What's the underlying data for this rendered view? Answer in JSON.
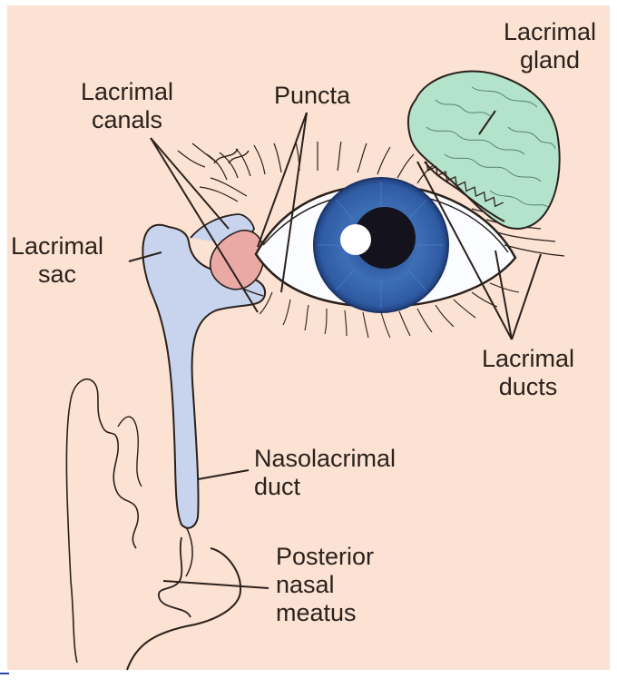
{
  "labels": {
    "lacrimal_gland": [
      "Lacrimal",
      "gland"
    ],
    "lacrimal_canals": [
      "Lacrimal",
      "canals"
    ],
    "puncta": "Puncta",
    "lacrimal_sac": [
      "Lacrimal",
      "sac"
    ],
    "lacrimal_ducts": [
      "Lacrimal",
      "ducts"
    ],
    "nasolacrimal_duct": [
      "Nasolacrimal",
      "duct"
    ],
    "posterior_nasal_meatus": [
      "Posterior",
      "nasal",
      "meatus"
    ]
  },
  "colors": {
    "background": "#fbe2d3",
    "gland": "#b4e3cb",
    "sac_duct": "#c8d4ee",
    "caruncle": "#eba9a5",
    "iris": "#3d6fb6",
    "pupil": "#14131d",
    "sclera": "#fbfcff",
    "line": "#2b211c",
    "accent": "#2b47a8"
  }
}
